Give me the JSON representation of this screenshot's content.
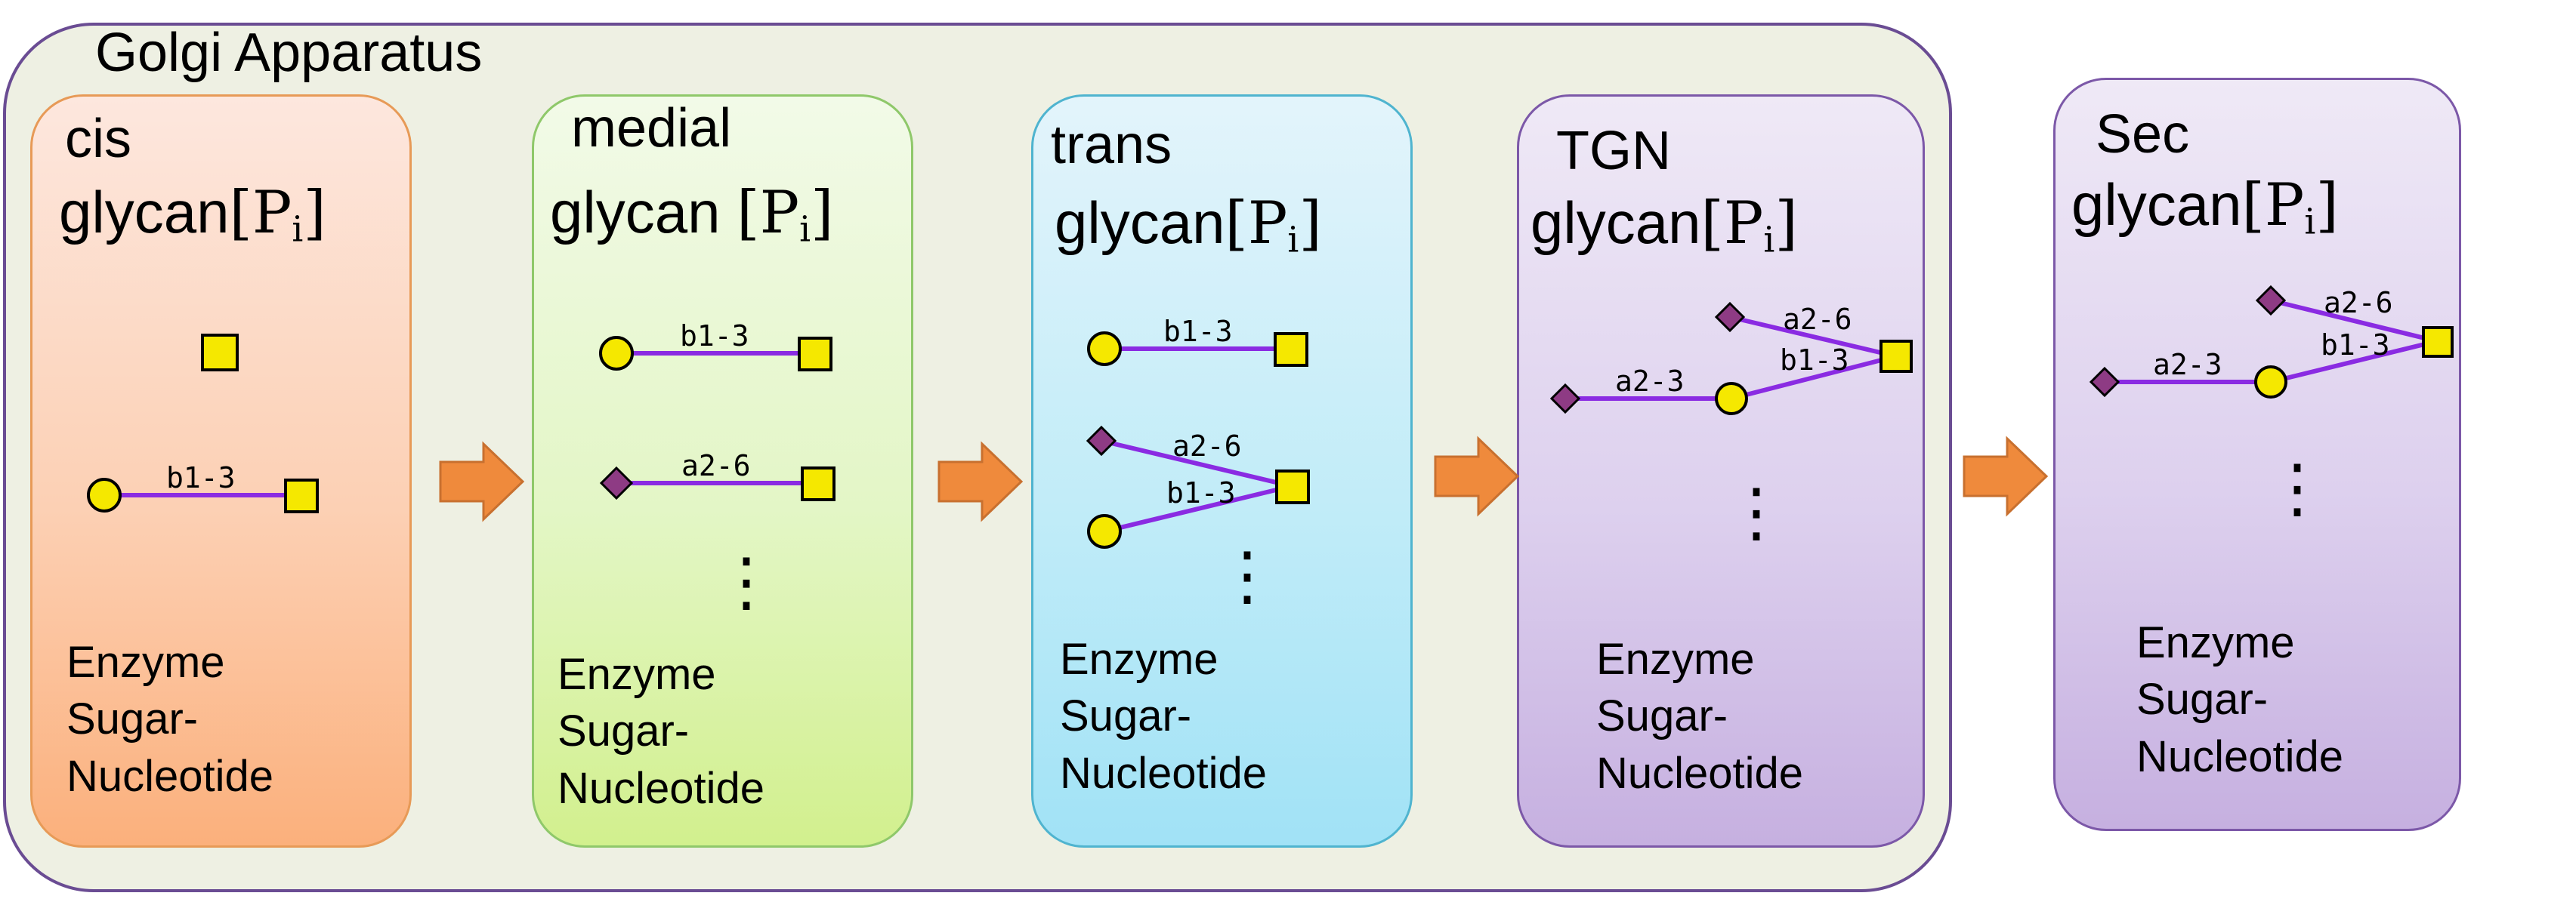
{
  "title": "Golgi Apparatus",
  "panels": [
    {
      "stage": "cis",
      "glycan": "glycan",
      "sub": "i",
      "enzyme": "Enzyme",
      "sugar": "Sugar-",
      "nucleotide": "Nucleotide"
    },
    {
      "stage": "medial",
      "glycan": "glycan ",
      "sub": "i",
      "enzyme": "Enzyme",
      "sugar": "Sugar-",
      "nucleotide": "Nucleotide"
    },
    {
      "stage": "trans",
      "glycan": "glycan",
      "sub": "i",
      "enzyme": "Enzyme",
      "sugar": "Sugar-",
      "nucleotide": "Nucleotide"
    },
    {
      "stage": "TGN",
      "glycan": "glycan",
      "sub": "i",
      "enzyme": "Enzyme",
      "sugar": "Sugar-",
      "nucleotide": "Nucleotide"
    },
    {
      "stage": "Sec",
      "glycan": "glycan",
      "sub": "i",
      "enzyme": "Enzyme",
      "sugar": "Sugar-",
      "nucleotide": "Nucleotide"
    }
  ],
  "linkages": {
    "b13": "b1-3",
    "a26": "a2-6",
    "a23": "a2-3"
  },
  "ellipsis": "⋮",
  "colors": {
    "galactose": "#f5e800",
    "sialic_acid": "#8e3b84",
    "bond": "#8a2be2",
    "arrow": "#ef8a3c",
    "outline": "#6a4c93"
  }
}
